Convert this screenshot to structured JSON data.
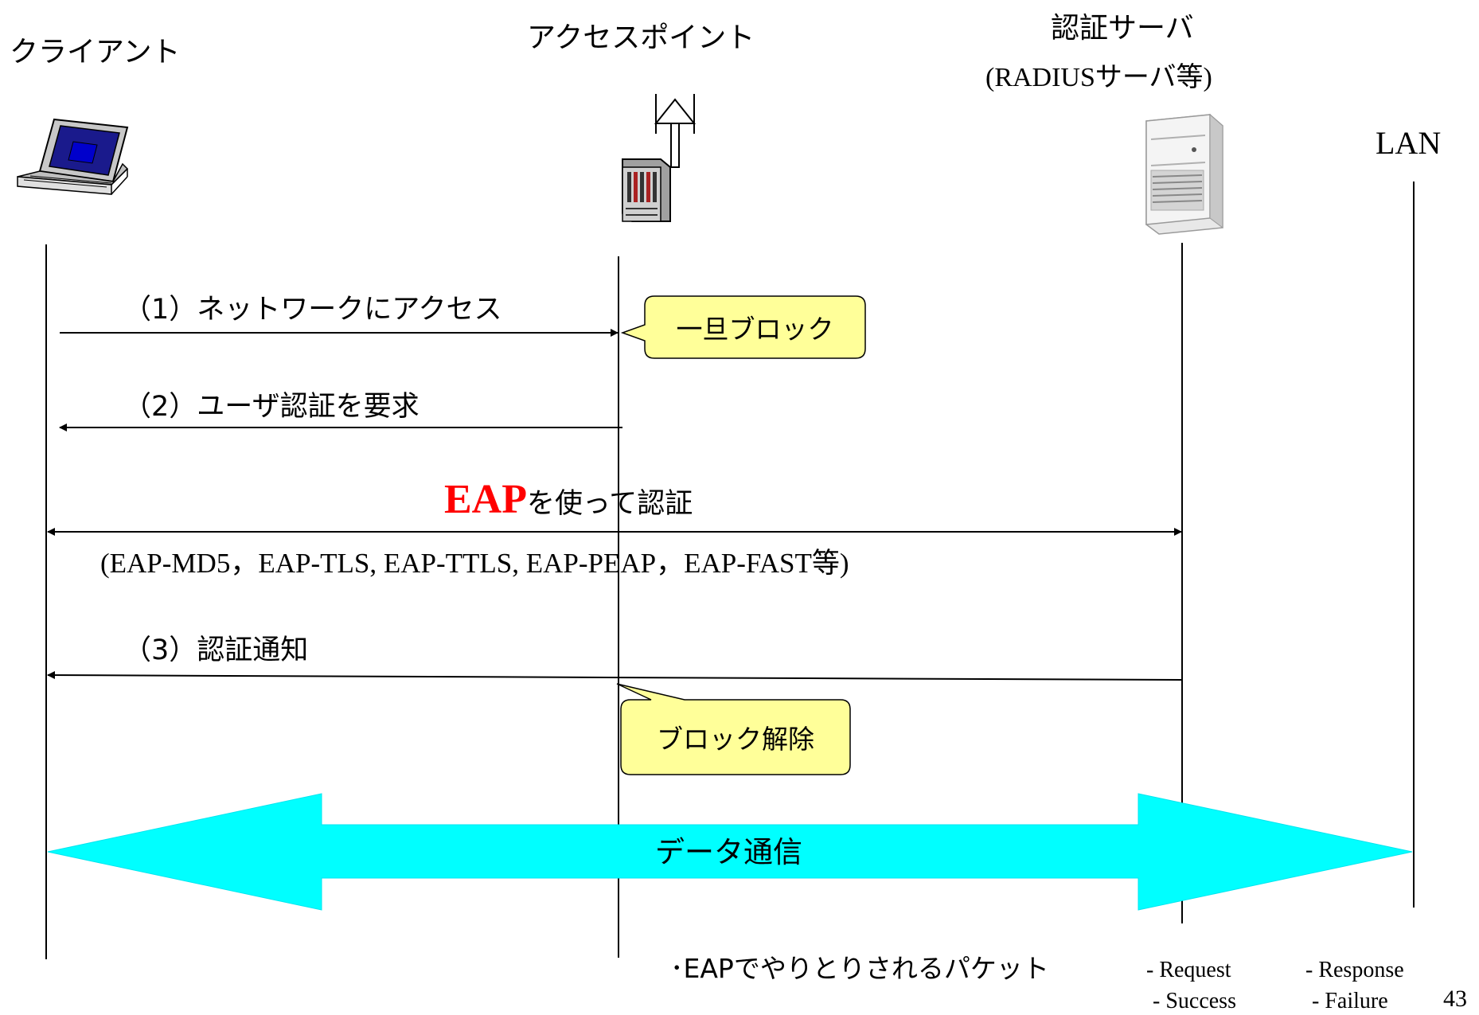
{
  "actors": {
    "client": "クライアント",
    "access_point": "アクセスポイント",
    "auth_server": "認証サーバ",
    "auth_server_sub": "(RADIUSサーバ等)",
    "lan": "LAN"
  },
  "messages": {
    "step1": "（1）ネットワークにアクセス",
    "step2": "（2）ユーザ認証を要求",
    "eap_highlight": "EAP",
    "eap_rest": "を使って認証",
    "eap_methods": "(EAP-MD5，EAP-TLS, EAP-TTLS, EAP-PEAP，EAP-FAST等)",
    "step3": "（3）認証通知"
  },
  "callouts": {
    "block": "一旦ブロック",
    "unblock": "ブロック解除"
  },
  "data_transfer": "データ通信",
  "packets": {
    "title": "･EAPでやりとりされるパケット",
    "request": "- Request",
    "response": "- Response",
    "success": "- Success",
    "failure": "- Failure"
  },
  "page_number": "43",
  "colors": {
    "callout_fill": "#ffff99",
    "data_arrow_fill": "#00ffff",
    "eap_red": "#ff0000"
  },
  "icons": {
    "client": "laptop-icon",
    "access_point": "access-point-icon",
    "auth_server": "server-tower-icon"
  }
}
